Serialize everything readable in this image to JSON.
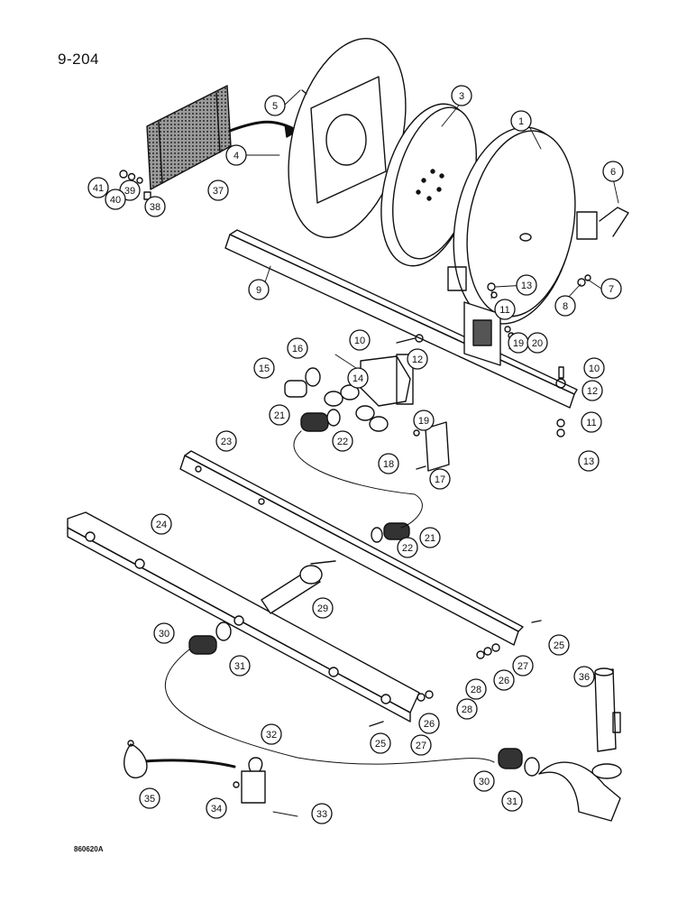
{
  "page": {
    "number": "9-204",
    "drawing_id": "860620A"
  },
  "callouts": [
    "1",
    "3",
    "4",
    "5",
    "6",
    "7",
    "8",
    "9",
    "10",
    "10",
    "11",
    "11",
    "12",
    "12",
    "13",
    "13",
    "14",
    "15",
    "16",
    "17",
    "18",
    "19",
    "19",
    "20",
    "21",
    "21",
    "22",
    "22",
    "23",
    "24",
    "25",
    "25",
    "26",
    "26",
    "27",
    "27",
    "28",
    "28",
    "29",
    "30",
    "30",
    "31",
    "31",
    "32",
    "33",
    "34",
    "35",
    "36",
    "37",
    "38",
    "39",
    "40",
    "41"
  ],
  "colors": {
    "ink": "#111111",
    "paper": "#ffffff",
    "screen_fill": "#8a8a8a"
  }
}
